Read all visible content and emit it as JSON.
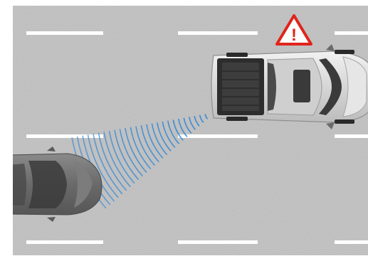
{
  "scene": {
    "description_items": [
      "road",
      "lane-markings",
      "pickup-truck",
      "following-car",
      "sensor-waves",
      "warning-sign"
    ],
    "colors": {
      "road": "#b9b9b9",
      "lane_marking": "#ffffff",
      "sensor_wave": "#2f86d6",
      "warning_red": "#e0241c",
      "truck_body": "#d8d8d8",
      "car_body": "#6b6b6b"
    },
    "warning_symbol": "!",
    "icons": {
      "warning": "warning-triangle-icon"
    }
  }
}
